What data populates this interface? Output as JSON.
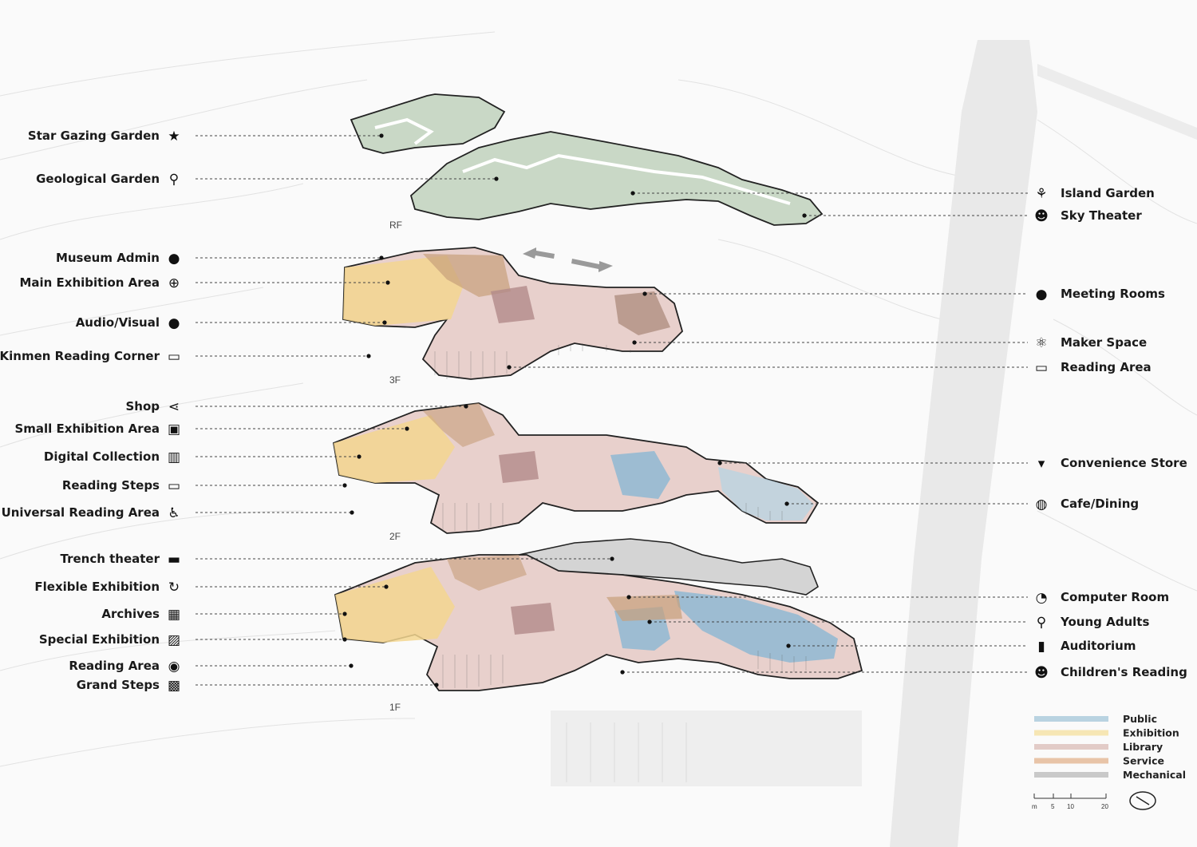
{
  "levels": {
    "rf": "RF",
    "f3": "3F",
    "f2": "2F",
    "f1": "1F"
  },
  "labels_left": [
    {
      "text": "Star Gazing Garden",
      "icon": "star-icon"
    },
    {
      "text": "Geological Garden",
      "icon": "magnifier-icon"
    },
    {
      "text": "Museum Admin",
      "icon": "person-icon"
    },
    {
      "text": "Main Exhibition Area",
      "icon": "globe-icon"
    },
    {
      "text": "Audio/Visual",
      "icon": "person-icon"
    },
    {
      "text": "Kinmen Reading Corner",
      "icon": "book-icon"
    },
    {
      "text": "Shop",
      "icon": "share-icon"
    },
    {
      "text": "Small Exhibition Area",
      "icon": "frame-icon"
    },
    {
      "text": "Digital Collection",
      "icon": "film-icon"
    },
    {
      "text": "Reading Steps",
      "icon": "book-icon"
    },
    {
      "text": "Universal Reading Area",
      "icon": "wheelchair-icon"
    },
    {
      "text": "Trench theater",
      "icon": "trench-icon"
    },
    {
      "text": "Flexible Exhibition",
      "icon": "cycle-icon"
    },
    {
      "text": "Archives",
      "icon": "archives-icon"
    },
    {
      "text": "Special Exhibition",
      "icon": "picture-icon"
    },
    {
      "text": "Reading Area",
      "icon": "eye-icon"
    },
    {
      "text": "Grand Steps",
      "icon": "steps-icon"
    }
  ],
  "labels_right": [
    {
      "text": "Island Garden",
      "icon": "tulip-icon"
    },
    {
      "text": "Sky Theater",
      "icon": "theater-masks-icon"
    },
    {
      "text": "Meeting Rooms",
      "icon": "person-icon"
    },
    {
      "text": "Maker Space",
      "icon": "atom-icon"
    },
    {
      "text": "Reading Area",
      "icon": "book-icon"
    },
    {
      "text": "Convenience Store",
      "icon": "cup-icon"
    },
    {
      "text": "Cafe/Dining",
      "icon": "bread-icon"
    },
    {
      "text": "Computer Room",
      "icon": "pacman-icon"
    },
    {
      "text": "Young Adults",
      "icon": "runner-icon"
    },
    {
      "text": "Auditorium",
      "icon": "speaker-icon"
    },
    {
      "text": "Children's Reading",
      "icon": "robot-icon"
    }
  ],
  "legend": [
    {
      "label": "Public",
      "color": "#b9d3e1"
    },
    {
      "label": "Exhibition",
      "color": "#f6e6b4"
    },
    {
      "label": "Library",
      "color": "#e2cbc7"
    },
    {
      "label": "Service",
      "color": "#e8c4a8"
    },
    {
      "label": "Mechanical",
      "color": "#c9c9c9"
    }
  ],
  "scale_bar": {
    "ticks": [
      "m",
      "5",
      "10",
      "20"
    ]
  },
  "colors": {
    "garden": "#c9d8c6",
    "exhibition": "#f3d68f",
    "library": "#dcb7b4",
    "service": "#c79f7a",
    "public": "#8fb9d2",
    "mechanical": "#cfcfcf",
    "outline": "#222222"
  }
}
